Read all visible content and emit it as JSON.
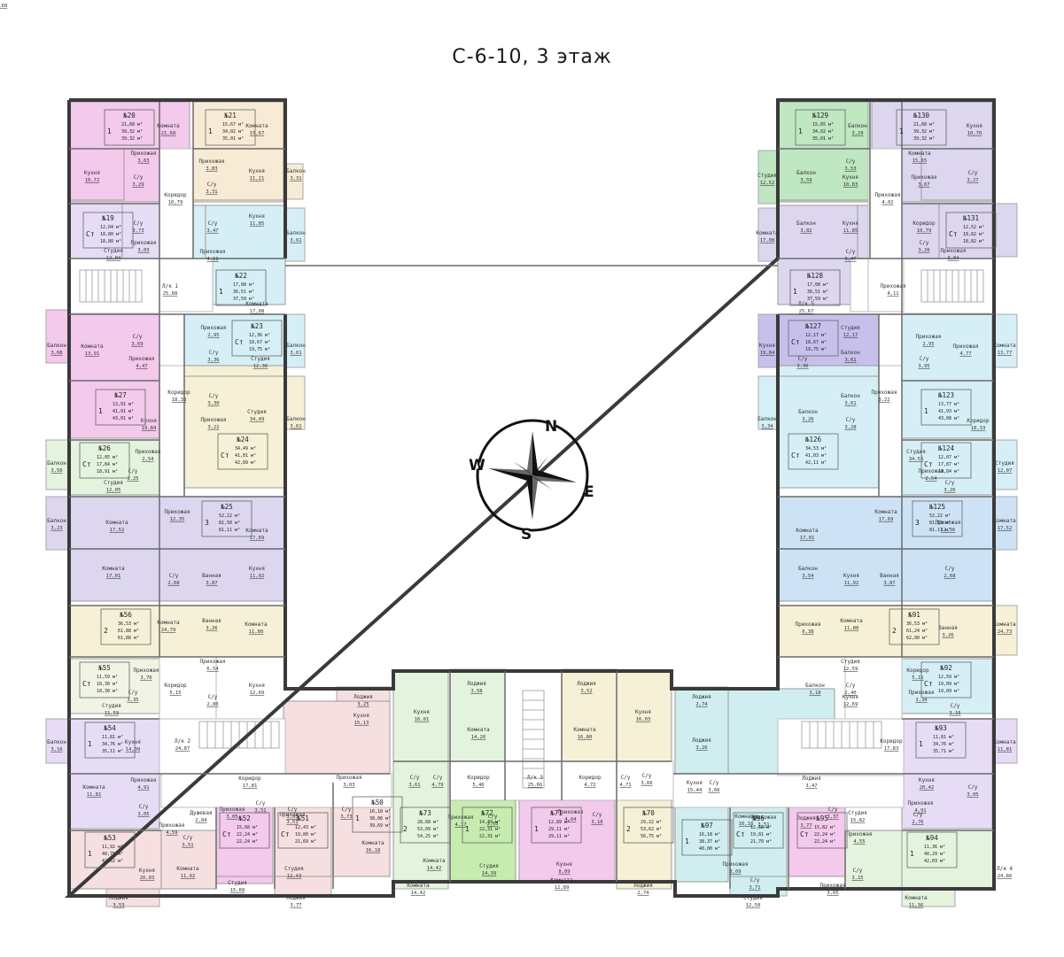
{
  "title": "С-6-10, 3 этаж",
  "compass": {
    "n": "N",
    "e": "E",
    "s": "S",
    "w": "W"
  },
  "colors": {
    "pink": "#f3c9ec",
    "peach": "#f8ebd5",
    "lilac": "#e7dcf5",
    "cyan": "#d6eff6",
    "cream": "#f5f0d6",
    "purple": "#ddd6ef",
    "violet": "#c8c0ec",
    "green": "#bfe7c2",
    "mint": "#e3f3dd",
    "aqua": "#d0eef0",
    "blue": "#cde3f5",
    "pale": "#f0f4e4",
    "rose": "#f6dfe0",
    "lime": "#c6ecb0"
  },
  "apartments": [
    {
      "no": "№20",
      "type": "1",
      "areas": [
        "21,68 м²",
        "39,32 м²",
        "39,32 м²"
      ],
      "color": "pink"
    },
    {
      "no": "№21",
      "type": "1",
      "areas": [
        "15,67 м²",
        "34,02 м²",
        "35,01 м²"
      ],
      "color": "peach"
    },
    {
      "no": "№19",
      "type": "Ст",
      "areas": [
        "12,04 м²",
        "18,80 м²",
        "18,80 м²"
      ],
      "color": "lilac"
    },
    {
      "no": "№22",
      "type": "1",
      "areas": [
        "17,08 м²",
        "36,51 м²",
        "37,59 м²"
      ],
      "color": "cyan"
    },
    {
      "no": "№23",
      "type": "Ст",
      "areas": [
        "12,36 м²",
        "18,67 м²",
        "19,75 м²"
      ],
      "color": "cyan"
    },
    {
      "no": "№27",
      "type": "1",
      "areas": [
        "13,91 м²",
        "41,91 м²",
        "43,01 м²"
      ],
      "color": "pink"
    },
    {
      "no": "№24",
      "type": "Ст",
      "areas": [
        "34,49 м²",
        "41,01 м²",
        "42,89 м²"
      ],
      "color": "cream"
    },
    {
      "no": "№26",
      "type": "Ст",
      "areas": [
        "12,05 м²",
        "17,84 м²",
        "18,91 м²"
      ],
      "color": "mint"
    },
    {
      "no": "№25",
      "type": "3",
      "areas": [
        "52,22 м²",
        "81,50 м²",
        "81,11 м²"
      ],
      "color": "purple"
    },
    {
      "no": "№56",
      "type": "2",
      "areas": [
        "36,53 м²",
        "61,88 м²",
        "61,88 м²"
      ],
      "color": "cream"
    },
    {
      "no": "№55",
      "type": "Ст",
      "areas": [
        "11,59 м²",
        "18,30 м²",
        "18,30 м²"
      ],
      "color": "pale"
    },
    {
      "no": "№54",
      "type": "1",
      "areas": [
        "11,81 м²",
        "34,76 м²",
        "35,11 м²"
      ],
      "color": "lilac"
    },
    {
      "no": "№53",
      "type": "1",
      "areas": [
        "11,92 м²",
        "40,75 м²",
        "42,52 м²"
      ],
      "color": "rose"
    },
    {
      "no": "№52",
      "type": "Ст",
      "areas": [
        "15,68 м²",
        "22,24 м²",
        "22,24 м²"
      ],
      "color": "pink"
    },
    {
      "no": "№51",
      "type": "Ст",
      "areas": [
        "12,43 м²",
        "19,80 м²",
        "21,69 м²"
      ],
      "color": "rose"
    },
    {
      "no": "№50",
      "type": "1",
      "areas": [
        "16,18 м²",
        "38,06 м²",
        "39,69 м²"
      ],
      "color": "rose"
    },
    {
      "no": "№73",
      "type": "2",
      "areas": [
        "28,68 м²",
        "53,09 м²",
        "54,25 м²"
      ],
      "color": "mint"
    },
    {
      "no": "№72",
      "type": "1",
      "areas": [
        "14,39 м²",
        "22,31 м²",
        "22,31 м²"
      ],
      "color": "lime"
    },
    {
      "no": "№71",
      "type": "1",
      "areas": [
        "12,89 м²",
        "29,11 м²",
        "29,11 м²"
      ],
      "color": "pink"
    },
    {
      "no": "№70",
      "type": "2",
      "areas": [
        "29,22 м²",
        "53,62 м²",
        "56,75 м²"
      ],
      "color": "cream"
    },
    {
      "no": "№97",
      "type": "1",
      "areas": [
        "16,18 м²",
        "38,37 м²",
        "40,00 м²"
      ],
      "color": "aqua"
    },
    {
      "no": "№96",
      "type": "Ст",
      "areas": [
        "12,58 м²",
        "19,81 м²",
        "21,70 м²"
      ],
      "color": "aqua"
    },
    {
      "no": "№95",
      "type": "Ст",
      "areas": [
        "15,82 м²",
        "22,24 м²",
        "22,24 м²"
      ],
      "color": "pink"
    },
    {
      "no": "№94",
      "type": "1",
      "areas": [
        "11,36 м²",
        "40,29 м²",
        "42,03 м²"
      ],
      "color": "mint"
    },
    {
      "no": "№93",
      "type": "1",
      "areas": [
        "11,81 м²",
        "34,76 м²",
        "35,71 м²"
      ],
      "color": "lilac"
    },
    {
      "no": "№92",
      "type": "Ст",
      "areas": [
        "12,59 м²",
        "19,09 м²",
        "19,09 м²"
      ],
      "color": "cyan"
    },
    {
      "no": "№91",
      "type": "2",
      "areas": [
        "36,53 м²",
        "61,24 м²",
        "62,00 м²"
      ],
      "color": "cream"
    },
    {
      "no": "№125",
      "type": "3",
      "areas": [
        "52,22 м²",
        "81,53 м²",
        "81,11 м²"
      ],
      "color": "blue"
    },
    {
      "no": "№124",
      "type": "Ст",
      "areas": [
        "12,07 м²",
        "17,87 м²",
        "18,84 м²"
      ],
      "color": "cyan"
    },
    {
      "no": "№126",
      "type": "Ст",
      "areas": [
        "34,53 м²",
        "41,03 м²",
        "42,11 м²"
      ],
      "color": "cyan"
    },
    {
      "no": "№123",
      "type": "1",
      "areas": [
        "13,77 м²",
        "41,93 м²",
        "43,08 м²"
      ],
      "color": "cyan"
    },
    {
      "no": "№127",
      "type": "Ст",
      "areas": [
        "12,17 м²",
        "18,67 м²",
        "19,75 м²"
      ],
      "color": "violet"
    },
    {
      "no": "№128",
      "type": "1",
      "areas": [
        "17,08 м²",
        "36,51 м²",
        "37,59 м²"
      ],
      "color": "purple"
    },
    {
      "no": "№131",
      "type": "Ст",
      "areas": [
        "12,52 м²",
        "18,82 м²",
        "18,82 м²"
      ],
      "color": "purple"
    },
    {
      "no": "№129",
      "type": "1",
      "areas": [
        "15,65 м²",
        "34,02 м²",
        "35,01 м²"
      ],
      "color": "green"
    },
    {
      "no": "№130",
      "type": "1",
      "areas": [
        "21,68 м²",
        "39,32 м²",
        "39,32 м²"
      ],
      "color": "purple"
    }
  ],
  "rooms": [
    {
      "name": "Комната",
      "area": "21,68"
    },
    {
      "name": "Кухня",
      "area": "10,72"
    },
    {
      "name": "Прихожая",
      "area": "3,63"
    },
    {
      "name": "С/у",
      "area": "3,29"
    },
    {
      "name": "Комната",
      "area": "15,67"
    },
    {
      "name": "Прихожая",
      "area": "3,83"
    },
    {
      "name": "Кухня",
      "area": "11,21"
    },
    {
      "name": "Балкон",
      "area": "3,31"
    },
    {
      "name": "С/у",
      "area": "3,31"
    },
    {
      "name": "Коридор",
      "area": "10,79"
    },
    {
      "name": "С/у",
      "area": "3,73"
    },
    {
      "name": "Студия",
      "area": "12,04"
    },
    {
      "name": "Прихожая",
      "area": "3,03"
    },
    {
      "name": "С/у",
      "area": "3,47"
    },
    {
      "name": "Кухня",
      "area": "11,85"
    },
    {
      "name": "Балкон",
      "area": "3,61"
    },
    {
      "name": "Прихожая",
      "area": "4,11"
    },
    {
      "name": "Л/к 1",
      "area": "25,68"
    },
    {
      "name": "Комната",
      "area": "17,08"
    },
    {
      "name": "Балкон",
      "area": "3,68"
    },
    {
      "name": "Комната",
      "area": "13,91"
    },
    {
      "name": "С/у",
      "area": "3,69"
    },
    {
      "name": "Прихожая",
      "area": "4,47"
    },
    {
      "name": "Прихожая",
      "area": "2,95"
    },
    {
      "name": "С/у",
      "area": "3,36"
    },
    {
      "name": "Студия",
      "area": "12,36"
    },
    {
      "name": "Балкон",
      "area": "3,61"
    },
    {
      "name": "Коридор",
      "area": "18,33"
    },
    {
      "name": "С/у",
      "area": "3,30"
    },
    {
      "name": "Прихожая",
      "area": "3,22"
    },
    {
      "name": "Студия",
      "area": "34,49"
    },
    {
      "name": "Балкон",
      "area": "3,61"
    },
    {
      "name": "Кухня",
      "area": "19,84"
    },
    {
      "name": "Балкон",
      "area": "3,56"
    },
    {
      "name": "Прихожая",
      "area": "2,54"
    },
    {
      "name": "С/у",
      "area": "3,25"
    },
    {
      "name": "Студия",
      "area": "12,05"
    },
    {
      "name": "Балкон",
      "area": "3,23"
    },
    {
      "name": "Комната",
      "area": "17,52"
    },
    {
      "name": "Прихожая",
      "area": "12,35"
    },
    {
      "name": "Комната",
      "area": "17,69"
    },
    {
      "name": "Комната",
      "area": "17,01"
    },
    {
      "name": "С/у",
      "area": "2,68"
    },
    {
      "name": "Ванная",
      "area": "3,87"
    },
    {
      "name": "Кухня",
      "area": "11,92"
    },
    {
      "name": "Комната",
      "area": "24,79"
    },
    {
      "name": "Ванная",
      "area": "3,26"
    },
    {
      "name": "Комната",
      "area": "11,80"
    },
    {
      "name": "Прихожая",
      "area": "6,54"
    },
    {
      "name": "Кухня",
      "area": "12,69"
    },
    {
      "name": "Прихожая",
      "area": "3,76"
    },
    {
      "name": "С/у",
      "area": "3,35"
    },
    {
      "name": "Коридор",
      "area": "5,15"
    },
    {
      "name": "С/у",
      "area": "2,80"
    },
    {
      "name": "Студия",
      "area": "11,59"
    },
    {
      "name": "Лоджия",
      "area": "3,25"
    },
    {
      "name": "Кухня",
      "area": "15,13"
    },
    {
      "name": "Балкон",
      "area": "3,16"
    },
    {
      "name": "Кухня",
      "area": "14,09"
    },
    {
      "name": "Л/к 2",
      "area": "24,87"
    },
    {
      "name": "Прихожая",
      "area": "4,91"
    },
    {
      "name": "Коридор",
      "area": "17,81"
    },
    {
      "name": "Прихожая",
      "area": "3,03"
    },
    {
      "name": "Комната",
      "area": "11,81"
    },
    {
      "name": "С/у",
      "area": "3,05"
    },
    {
      "name": "Душевая",
      "area": "2,84"
    },
    {
      "name": "Прихожая",
      "area": "3,05"
    },
    {
      "name": "С/у",
      "area": "3,51"
    },
    {
      "name": "С/у",
      "area": "3,05"
    },
    {
      "name": "Прихожая",
      "area": "3,51"
    },
    {
      "name": "С/у",
      "area": "3,73"
    },
    {
      "name": "Прихожая",
      "area": "4,59"
    },
    {
      "name": "С/у",
      "area": "3,51"
    },
    {
      "name": "Кухня",
      "area": "20,03"
    },
    {
      "name": "Комната",
      "area": "11,92"
    },
    {
      "name": "Студия",
      "area": "15,68"
    },
    {
      "name": "Студия",
      "area": "12,43"
    },
    {
      "name": "Комната",
      "area": "16,18"
    },
    {
      "name": "Лоджия",
      "area": "3,53"
    },
    {
      "name": "Лоджия",
      "area": "3,77"
    },
    {
      "name": "Кухня",
      "area": "16,01"
    },
    {
      "name": "Лоджия",
      "area": "3,58"
    },
    {
      "name": "Комната",
      "area": "14,26"
    },
    {
      "name": "Лоджия",
      "area": "3,52"
    },
    {
      "name": "Комната",
      "area": "16,80"
    },
    {
      "name": "Кухня",
      "area": "16,03"
    },
    {
      "name": "С/у",
      "area": "3,61"
    },
    {
      "name": "С/у",
      "area": "4,79"
    },
    {
      "name": "Коридор",
      "area": "5,46"
    },
    {
      "name": "Л/к 3",
      "area": "25,66"
    },
    {
      "name": "Коридор",
      "area": "4,72"
    },
    {
      "name": "С/у",
      "area": "4,71"
    },
    {
      "name": "С/у",
      "area": "3,66"
    },
    {
      "name": "Прихожая",
      "area": "4,17"
    },
    {
      "name": "С/у",
      "area": "3,65"
    },
    {
      "name": "Прихожая",
      "area": "4,64"
    },
    {
      "name": "С/у",
      "area": "3,18"
    },
    {
      "name": "Комната",
      "area": "14,42"
    },
    {
      "name": "Студия",
      "area": "14,39"
    },
    {
      "name": "Кухня",
      "area": "8,09"
    },
    {
      "name": "Комната",
      "area": "12,89"
    },
    {
      "name": "Комната",
      "area": "14,42"
    },
    {
      "name": "Лоджия",
      "area": "2,74"
    },
    {
      "name": "Лоджия",
      "area": "2,74"
    },
    {
      "name": "Лоджия",
      "area": "3,26"
    },
    {
      "name": "Кухня",
      "area": "15,44"
    },
    {
      "name": "С/у",
      "area": "3,66"
    },
    {
      "name": "Прихожая",
      "area": "3,09"
    },
    {
      "name": "Комната",
      "area": "16,18"
    },
    {
      "name": "Прихожая",
      "area": "3,51"
    },
    {
      "name": "С/у",
      "area": "3,71"
    },
    {
      "name": "Студия",
      "area": "12,58"
    },
    {
      "name": "Лоджия",
      "area": "3,77"
    },
    {
      "name": "С/у",
      "area": "3,37"
    },
    {
      "name": "Прихожая",
      "area": "3,05"
    },
    {
      "name": "Студия",
      "area": "15,82"
    },
    {
      "name": "С/у",
      "area": "2,76"
    },
    {
      "name": "Прихожая",
      "area": "4,55"
    },
    {
      "name": "С/у",
      "area": "3,15"
    },
    {
      "name": "Комната",
      "area": "11,36"
    },
    {
      "name": "Лоджия",
      "area": "3,47"
    },
    {
      "name": "Коридор",
      "area": "17,83"
    },
    {
      "name": "Л/к 4",
      "area": "24,86"
    },
    {
      "name": "Кухня",
      "area": "20,42"
    },
    {
      "name": "Прихожая",
      "area": "4,91"
    },
    {
      "name": "С/у",
      "area": "3,05"
    },
    {
      "name": "Комната",
      "area": "11,81"
    },
    {
      "name": "Балкон",
      "area": "3,18"
    },
    {
      "name": "Кухня",
      "area": "12,69"
    },
    {
      "name": "С/у",
      "area": "2,40"
    },
    {
      "name": "Коридор",
      "area": "5,15"
    },
    {
      "name": "Прихожая",
      "area": "3,34"
    },
    {
      "name": "С/у",
      "area": "3,16"
    },
    {
      "name": "Студия",
      "area": "12,59"
    },
    {
      "name": "Прихожая",
      "area": "6,38"
    },
    {
      "name": "Комната",
      "area": "11,80"
    },
    {
      "name": "Ванная",
      "area": "3,26"
    },
    {
      "name": "Комната",
      "area": "24,73"
    },
    {
      "name": "Балкон",
      "area": "3,54"
    },
    {
      "name": "Кухня",
      "area": "11,92"
    },
    {
      "name": "Ванная",
      "area": "3,87"
    },
    {
      "name": "С/у",
      "area": "2,68"
    },
    {
      "name": "Комната",
      "area": "17,01"
    },
    {
      "name": "Комната",
      "area": "17,69"
    },
    {
      "name": "Прихожая",
      "area": "12,36"
    },
    {
      "name": "Комната",
      "area": "17,52"
    },
    {
      "name": "Балкон",
      "area": "3,26"
    },
    {
      "name": "Студия",
      "area": "34,53"
    },
    {
      "name": "Прихожая",
      "area": "2,54"
    },
    {
      "name": "С/у",
      "area": "3,26"
    },
    {
      "name": "Студия",
      "area": "12,07"
    },
    {
      "name": "Балкон",
      "area": "3,34"
    },
    {
      "name": "Балкон",
      "area": "3,61"
    },
    {
      "name": "С/у",
      "area": "3,28"
    },
    {
      "name": "Прихожая",
      "area": "3,22"
    },
    {
      "name": "Коридор",
      "area": "18,33"
    },
    {
      "name": "Кухня",
      "area": "19,84"
    },
    {
      "name": "Балкон",
      "area": "3,61"
    },
    {
      "name": "С/у",
      "area": "3,36"
    },
    {
      "name": "Студия",
      "area": "12,17"
    },
    {
      "name": "Прихожая",
      "area": "2,95"
    },
    {
      "name": "С/у",
      "area": "3,95"
    },
    {
      "name": "Прихожая",
      "area": "4,77"
    },
    {
      "name": "Комната",
      "area": "13,77"
    },
    {
      "name": "Балкон",
      "area": "3,82"
    },
    {
      "name": "Кухня",
      "area": "11,85"
    },
    {
      "name": "С/у",
      "area": "3,47"
    },
    {
      "name": "Прихожая",
      "area": "4,11"
    },
    {
      "name": "Л/к 5",
      "area": "25,67"
    },
    {
      "name": "Комната",
      "area": "17,08"
    },
    {
      "name": "Балкон",
      "area": "3,59"
    },
    {
      "name": "Кухня",
      "area": "10,83"
    },
    {
      "name": "С/у",
      "area": "3,53"
    },
    {
      "name": "Прихожая",
      "area": "4,02"
    },
    {
      "name": "Коридор",
      "area": "10,79"
    },
    {
      "name": "С/у",
      "area": "3,26"
    },
    {
      "name": "Прихожая",
      "area": "3,04"
    },
    {
      "name": "Студия",
      "area": "12,52"
    },
    {
      "name": "Балкон",
      "area": "3,29"
    },
    {
      "name": "Комната",
      "area": "15,65"
    },
    {
      "name": "Прихожая",
      "area": "3,67"
    },
    {
      "name": "С/у",
      "area": "3,27"
    },
    {
      "name": "Кухня",
      "area": "10,70"
    },
    {
      "name": "Комната",
      "area": "21,68"
    }
  ]
}
